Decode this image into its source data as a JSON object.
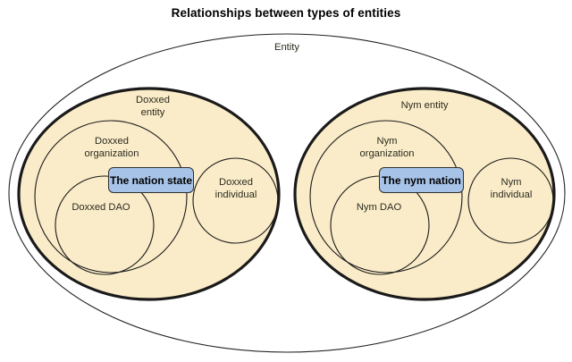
{
  "page": {
    "title": "Relationships between types of entities",
    "background": "#ffffff"
  },
  "colors": {
    "ellipse_fill": "#faecc8",
    "ellipse_stroke": "#1a1a1a",
    "outer_stroke": "#222222",
    "box_fill": "#a7c3e8",
    "box_stroke": "#303030",
    "label_text": "#2b2b20",
    "title_text": "#000000"
  },
  "diagram": {
    "type": "euler-venn",
    "outer": {
      "label": "Entity",
      "shape": "ellipse",
      "stroke_width": 1
    },
    "groups": [
      {
        "id": "doxxed",
        "label": "Doxxed\nentity",
        "shape": "ellipse",
        "stroke_width": 3,
        "members": [
          {
            "id": "doxxed-organization",
            "label": "Doxxed\norganization",
            "shape": "circle"
          },
          {
            "id": "doxxed-dao",
            "label": "Doxxed DAO",
            "shape": "circle"
          },
          {
            "id": "doxxed-individual",
            "label": "Doxxed\nindividual",
            "shape": "circle"
          }
        ],
        "highlight": {
          "id": "the-nation-state",
          "label": "The nation state",
          "shape": "rounded-rect"
        }
      },
      {
        "id": "nym",
        "label": "Nym entity",
        "shape": "ellipse",
        "stroke_width": 3,
        "members": [
          {
            "id": "nym-organization",
            "label": "Nym\norganization",
            "shape": "circle"
          },
          {
            "id": "nym-dao",
            "label": "Nym DAO",
            "shape": "circle"
          },
          {
            "id": "nym-individual",
            "label": "Nym\nindividual",
            "shape": "circle"
          }
        ],
        "highlight": {
          "id": "the-nym-nation",
          "label": "The nym nation",
          "shape": "rounded-rect"
        }
      }
    ]
  }
}
